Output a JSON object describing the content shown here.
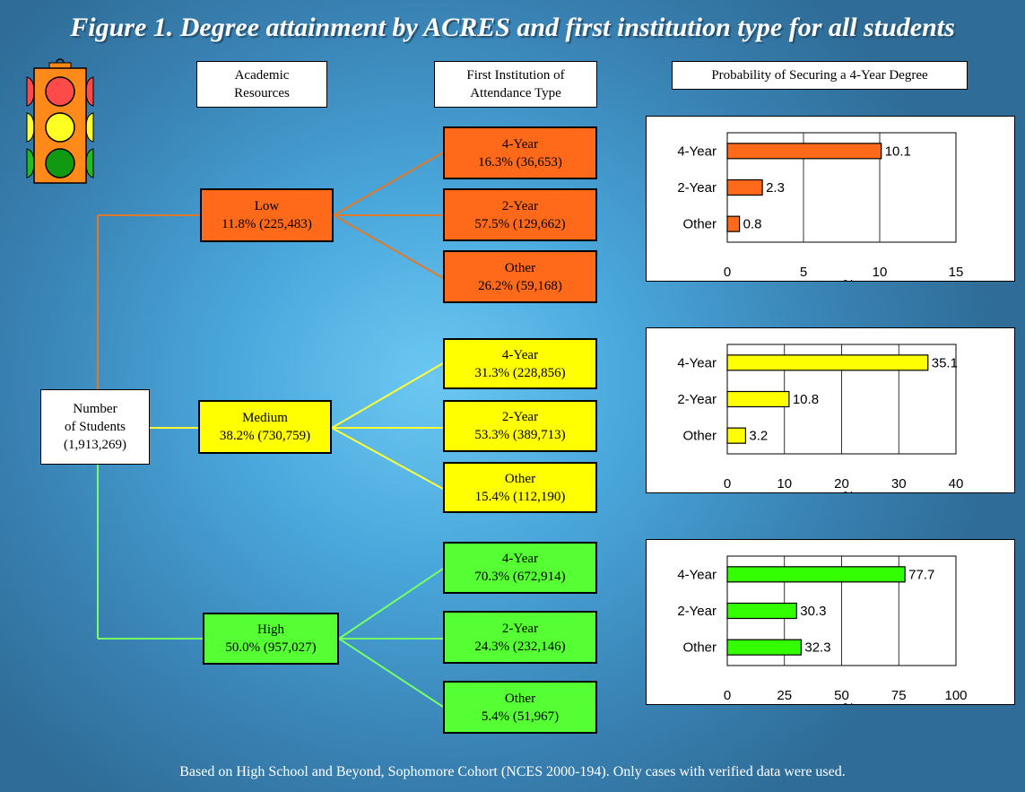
{
  "title": "Figure 1.  Degree attainment by ACRES and first institution type for all students",
  "headers": {
    "academic": [
      "Academic",
      "Resources"
    ],
    "institution": [
      "First Institution of",
      "Attendance Type"
    ],
    "probability": "Probability of Securing a 4-Year Degree"
  },
  "root": {
    "line1": "Number",
    "line2": "of Students",
    "line3": "(1,913,269)"
  },
  "groups": [
    {
      "name": "Low",
      "stat": "11.8% (225,483)",
      "color": "#ff6a1a",
      "line_color": "#e07a2a",
      "types": [
        {
          "label": "4-Year",
          "stat": "16.3% (36,653)"
        },
        {
          "label": "2-Year",
          "stat": "57.5% (129,662)"
        },
        {
          "label": "Other",
          "stat": "26.2% (59,168)"
        }
      ]
    },
    {
      "name": "Medium",
      "stat": "38.2% (730,759)",
      "color": "#ffff00",
      "line_color": "#ffff33",
      "types": [
        {
          "label": "4-Year",
          "stat": "31.3% (228,856)"
        },
        {
          "label": "2-Year",
          "stat": "53.3% (389,713)"
        },
        {
          "label": "Other",
          "stat": "15.4% (112,190)"
        }
      ]
    },
    {
      "name": "High",
      "stat": "50.0% (957,027)",
      "color": "#55ff33",
      "line_color": "#77ff66",
      "types": [
        {
          "label": "4-Year",
          "stat": "70.3% (672,914)"
        },
        {
          "label": "2-Year",
          "stat": "24.3% (232,146)"
        },
        {
          "label": "Other",
          "stat": "5.4% (51,967)"
        }
      ]
    }
  ],
  "chart_data": [
    {
      "type": "bar",
      "orientation": "horizontal",
      "categories": [
        "4-Year",
        "2-Year",
        "Other"
      ],
      "values": [
        10.1,
        2.3,
        0.8
      ],
      "xlim": [
        0,
        15
      ],
      "xticks": [
        0,
        5,
        10,
        15
      ],
      "xlabel": "%",
      "color": "#ff6a1a",
      "grid": true
    },
    {
      "type": "bar",
      "orientation": "horizontal",
      "categories": [
        "4-Year",
        "2-Year",
        "Other"
      ],
      "values": [
        35.1,
        10.8,
        3.2
      ],
      "xlim": [
        0,
        40
      ],
      "xticks": [
        0,
        10,
        20,
        30,
        40
      ],
      "xlabel": "%",
      "color": "#ffff00",
      "grid": true
    },
    {
      "type": "bar",
      "orientation": "horizontal",
      "categories": [
        "4-Year",
        "2-Year",
        "Other"
      ],
      "values": [
        77.7,
        30.3,
        32.3
      ],
      "xlim": [
        0,
        100
      ],
      "xticks": [
        0,
        25,
        50,
        75,
        100
      ],
      "xlabel": "%",
      "color": "#33ff00",
      "grid": true
    }
  ],
  "footer": "Based on High School and Beyond, Sophomore Cohort (NCES 2000-194).  Only cases with verified data were used.",
  "icons": {
    "traffic_light": "traffic-light-icon"
  }
}
